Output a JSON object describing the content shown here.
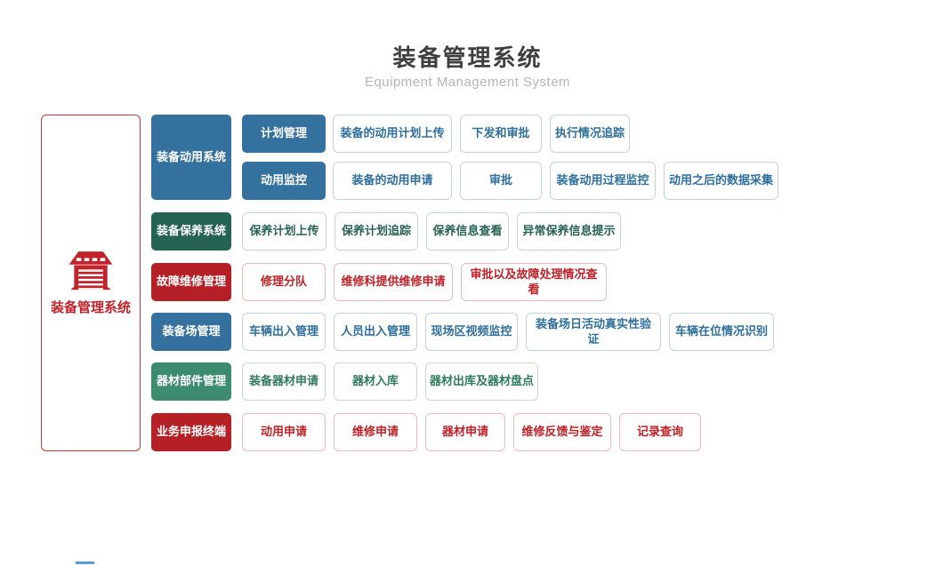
{
  "header": {
    "title": "装备管理系统",
    "subtitle": "Equipment Management System"
  },
  "root_panel": {
    "label": "装备管理系统",
    "icon": "warehouse-icon"
  },
  "palette": {
    "blue": "#35719f",
    "darkGreen": "#256353",
    "red": "#b42025",
    "green": "#3d8c70",
    "rootRed": "#c0242a",
    "title_color": "#3f3f3f",
    "subtitle_color": "#b5b5b5"
  },
  "sections": [
    {
      "id": "equipment-mobilization",
      "category": {
        "label": "装备动用系统",
        "color": "blue"
      },
      "subrows": [
        {
          "head": {
            "label": "计划管理"
          },
          "items": [
            {
              "label": "装备的动用计划上传",
              "w": 134
            },
            {
              "label": "下发和审批",
              "w": 92
            },
            {
              "label": "执行情况追踪",
              "w": 90
            }
          ]
        },
        {
          "head": {
            "label": "动用监控"
          },
          "items": [
            {
              "label": "装备的动用申请",
              "w": 134
            },
            {
              "label": "审批",
              "w": 92
            },
            {
              "label": "装备动用过程监控",
              "w": 119
            },
            {
              "label": "动用之后的数据采集",
              "w": 129
            }
          ]
        }
      ]
    },
    {
      "id": "equipment-maintenance",
      "category": {
        "label": "装备保养系统",
        "color": "darkGreen"
      },
      "subrows": [
        {
          "items": [
            {
              "label": "保养计划上传",
              "w": 95
            },
            {
              "label": "保养计划追踪",
              "w": 94
            },
            {
              "label": "保养信息查看",
              "w": 93
            },
            {
              "label": "异常保养信息提示",
              "w": 117
            }
          ]
        }
      ]
    },
    {
      "id": "fault-repair",
      "category": {
        "label": "故障维修管理",
        "color": "red"
      },
      "subrows": [
        {
          "items": [
            {
              "label": "修理分队",
              "w": 94
            },
            {
              "label": "维修科提供维修申请",
              "w": 134
            },
            {
              "label": "审批以及故障处理情况查看",
              "w": 164
            }
          ]
        }
      ]
    },
    {
      "id": "equipment-yard",
      "category": {
        "label": "装备场管理",
        "color": "blue"
      },
      "subrows": [
        {
          "items": [
            {
              "label": "车辆出入管理",
              "w": 94
            },
            {
              "label": "人员出入管理",
              "w": 94
            },
            {
              "label": "现场区视频监控",
              "w": 104
            },
            {
              "label": "装备场日活动真实性验证",
              "w": 152
            },
            {
              "label": "车辆在位情况识别",
              "w": 118
            }
          ]
        }
      ]
    },
    {
      "id": "material-parts",
      "category": {
        "label": "器材部件管理",
        "color": "green"
      },
      "subrows": [
        {
          "items": [
            {
              "label": "装备器材申请",
              "w": 94
            },
            {
              "label": "器材入库",
              "w": 94
            },
            {
              "label": "器材出库及器材盘点",
              "w": 127
            }
          ]
        }
      ]
    },
    {
      "id": "business-terminal",
      "category": {
        "label": "业务申报终端",
        "color": "red"
      },
      "subrows": [
        {
          "items": [
            {
              "label": "动用申请",
              "w": 94
            },
            {
              "label": "维修申请",
              "w": 94
            },
            {
              "label": "器材申请",
              "w": 90
            },
            {
              "label": "维修反馈与鉴定",
              "w": 110
            },
            {
              "label": "记录查询",
              "w": 92
            }
          ]
        }
      ]
    }
  ]
}
